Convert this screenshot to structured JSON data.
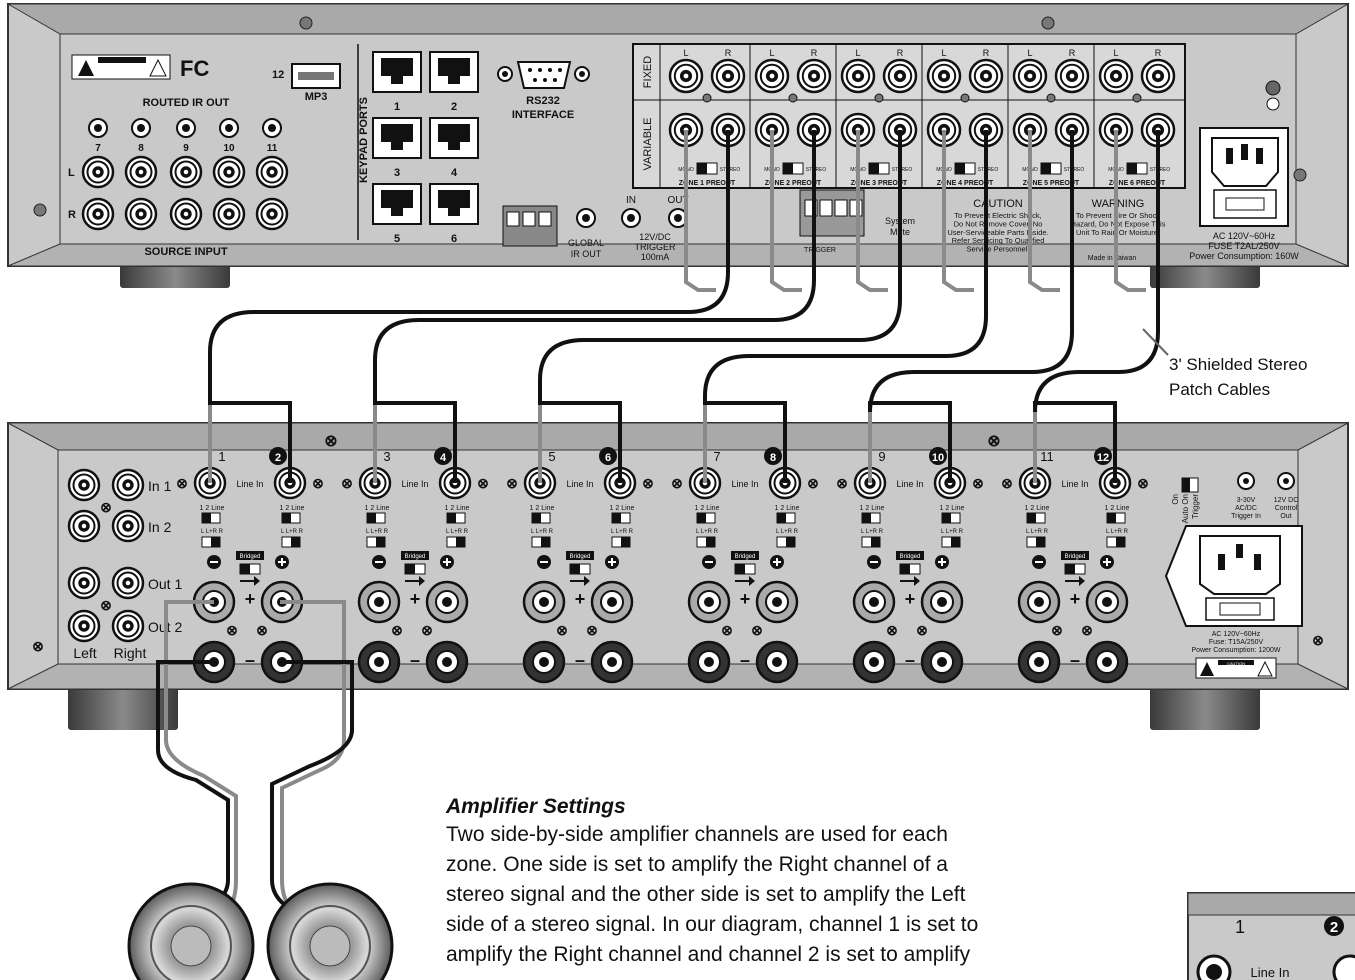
{
  "preamp": {
    "routed_ir_out": "ROUTED IR OUT",
    "routed_ir_numbers": [
      "7",
      "8",
      "9",
      "10",
      "11"
    ],
    "source_input": "SOURCE INPUT",
    "l": "L",
    "r": "R",
    "fc_logo": "FC",
    "usb_num": "12",
    "mp3": "MP3",
    "keypad_ports": "KEYPAD PORTS",
    "keypad_numbers": [
      "1",
      "2",
      "3",
      "4",
      "5",
      "6"
    ],
    "rs232": "RS232",
    "interface": "INTERFACE",
    "global_ir_out": [
      "GLOBAL",
      "IR OUT"
    ],
    "trigger_in": "IN",
    "trigger_out": "OUT",
    "trigger_text": [
      "12V/DC",
      "TRIGGER",
      "100mA"
    ],
    "fixed": "FIXED",
    "variable": "VARIABLE",
    "mono": "MONO",
    "stereo": "STEREO",
    "zones": [
      "ZONE 1 PREOUT",
      "ZONE 2 PREOUT",
      "ZONE 3 PREOUT",
      "ZONE 4 PREOUT",
      "ZONE 5 PREOUT",
      "ZONE 6 PREOUT"
    ],
    "system_mute": [
      "System",
      "Mute"
    ],
    "trigger_block": "TRIGGER",
    "caution_title": "CAUTION",
    "caution_text": [
      "To Prevent Electric Shock,",
      "Do Not Remove Cover. No",
      "User-Serviceable Parts Inside.",
      "Refer Servicing To Qualified",
      "Service Personnel."
    ],
    "warning_title": "WARNING",
    "warning_text": [
      "To Prevent Fire Or Shock",
      "Hazard, Do Not Expose This",
      "Unit To Rain Or Moisture."
    ],
    "made_in": "Made in Taiwan",
    "power_text": [
      "AC 120V~60Hz",
      "FUSE T2AL/250V",
      "Power Consumption: 160W"
    ]
  },
  "cable_label": [
    "3' Shielded Stereo",
    "Patch Cables"
  ],
  "amp": {
    "in1": "In 1",
    "in2": "In 2",
    "out1": "Out 1",
    "out2": "Out 2",
    "left": "Left",
    "right": "Right",
    "channels": [
      "1",
      "2",
      "3",
      "4",
      "5",
      "6",
      "7",
      "8",
      "9",
      "10",
      "11",
      "12"
    ],
    "line_in": "Line In",
    "switch_12_line": "1  2  Line",
    "switch_lr": "L  L+R  R",
    "bridged": "Bridged",
    "trigger_mode": [
      "On",
      "Auto On",
      "Trigger"
    ],
    "trigger_in_label": [
      "3-30V",
      "AC/DC",
      "Trigger In"
    ],
    "control_out_label": [
      "12V DC",
      "Control",
      "Out"
    ],
    "power_text": [
      "AC 120V~60Hz",
      "Fuse: T15A/250V",
      "Power Consumption: 1200W"
    ],
    "caution_tag": "CAUTION"
  },
  "settings": {
    "title": "Amplifier Settings",
    "lines": [
      "Two side-by-side amplifier channels are used for each",
      "zone.  One side is set to amplify the Right channel of a",
      "stereo signal and the other side is set to amplify the Left",
      "side of a stereo signal.  In our diagram, channel 1 is set to",
      "amplify the Right channel and channel 2 is set to amplify"
    ]
  },
  "inset": {
    "ch1": "1",
    "ch2": "2",
    "line_in": "Line In"
  },
  "colors": {
    "panel": "#c9c9c9",
    "panel_dark": "#7f7f7f",
    "cable_black": "#111111",
    "cable_gray": "#8a8a8a",
    "foot": "#555555"
  }
}
